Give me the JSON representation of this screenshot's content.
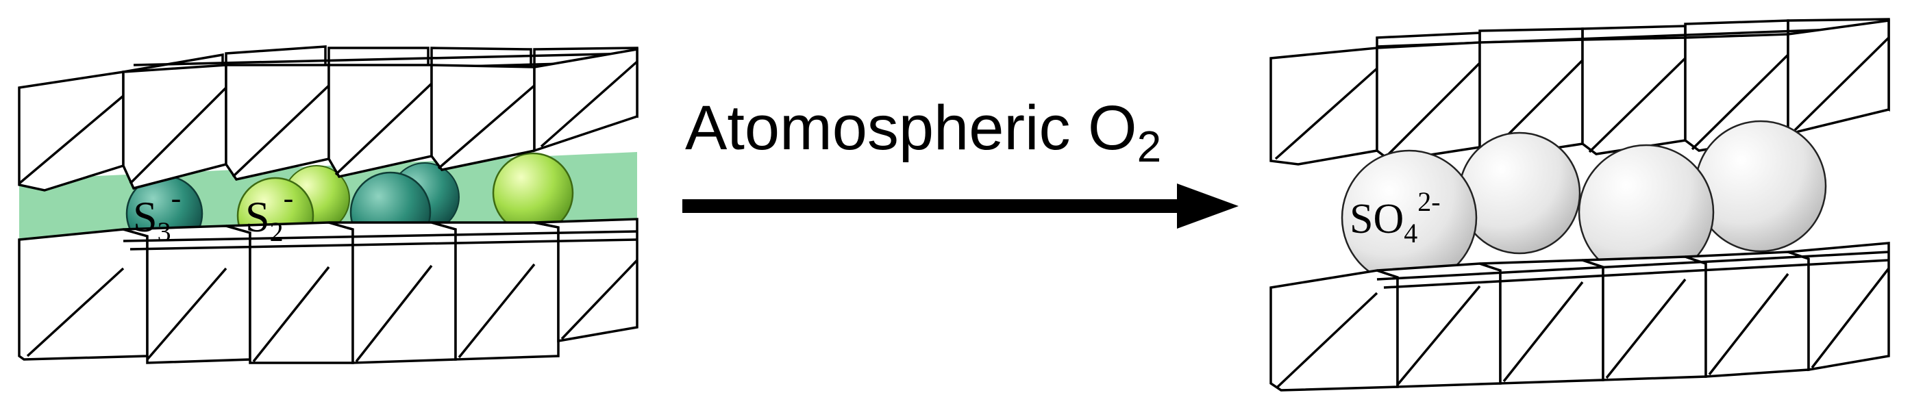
{
  "arrow": {
    "label_main": "Atomospheric O",
    "label_sub": "2"
  },
  "left_structure": {
    "ions": [
      {
        "base": "S",
        "sub": "3",
        "sup": "-"
      },
      {
        "base": "S",
        "sub": "2",
        "sup": "-"
      }
    ],
    "colors": {
      "interlayer": "#5cc47e",
      "s3_ion": "#2e8e7a",
      "s2_ion": "#a6de4c"
    }
  },
  "right_structure": {
    "ion": {
      "base": "SO",
      "sub": "4",
      "sup": "2-"
    },
    "colors": {
      "sphere": "#e6e6e6"
    }
  }
}
